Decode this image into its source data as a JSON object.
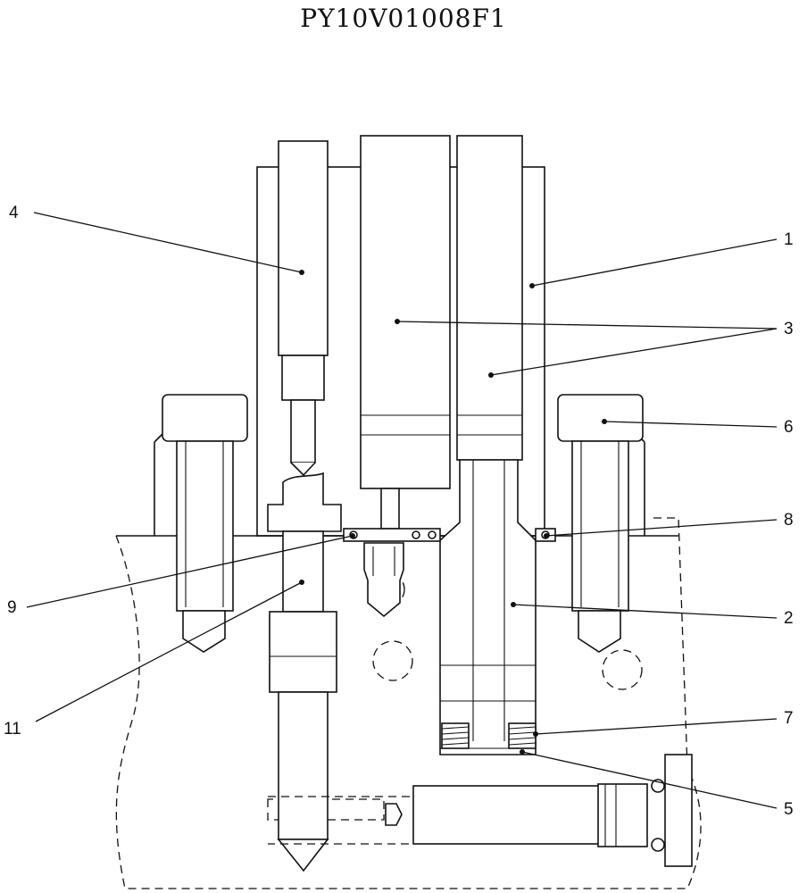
{
  "title": "PY10V01008F1",
  "callouts": [
    "1",
    "2",
    "3",
    "4",
    "5",
    "6",
    "7",
    "8",
    "9",
    "11"
  ]
}
